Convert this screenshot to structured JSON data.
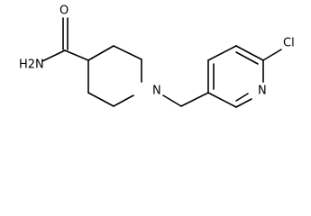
{
  "molecule": {
    "atoms": {
      "amide_oxygen": "O",
      "amide_nitrogen": "H2N",
      "piperidine_nitrogen": "N",
      "pyridine_nitrogen": "N",
      "chlorine": "Cl"
    }
  }
}
